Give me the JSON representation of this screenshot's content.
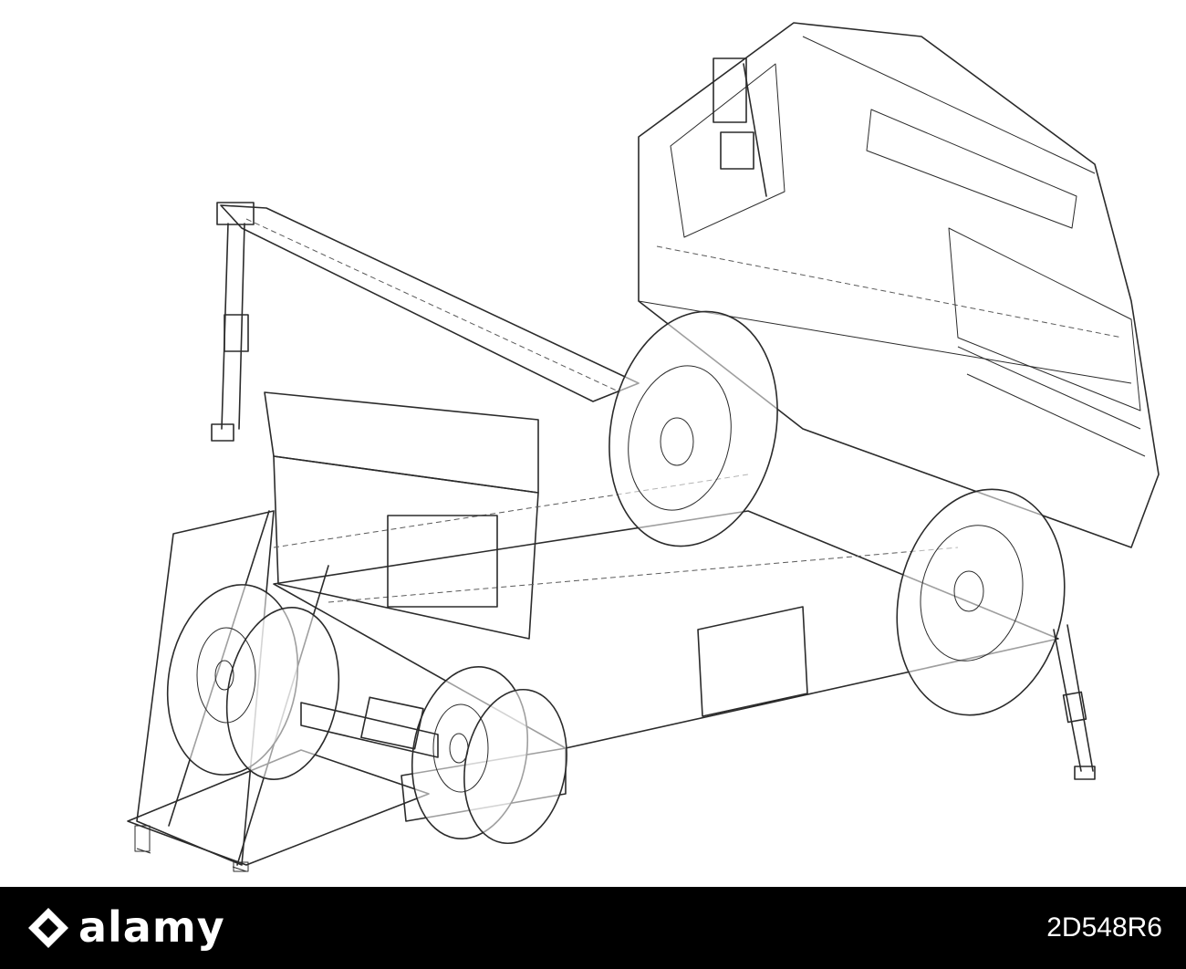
{
  "watermark": {
    "brand": "alamy",
    "image_id": "2D548R6",
    "bar_color": "#000000",
    "text_color": "#ffffff"
  },
  "illustration": {
    "style": "wireframe line drawing",
    "line_color": "#2b2b2b",
    "background": "#ffffff"
  }
}
